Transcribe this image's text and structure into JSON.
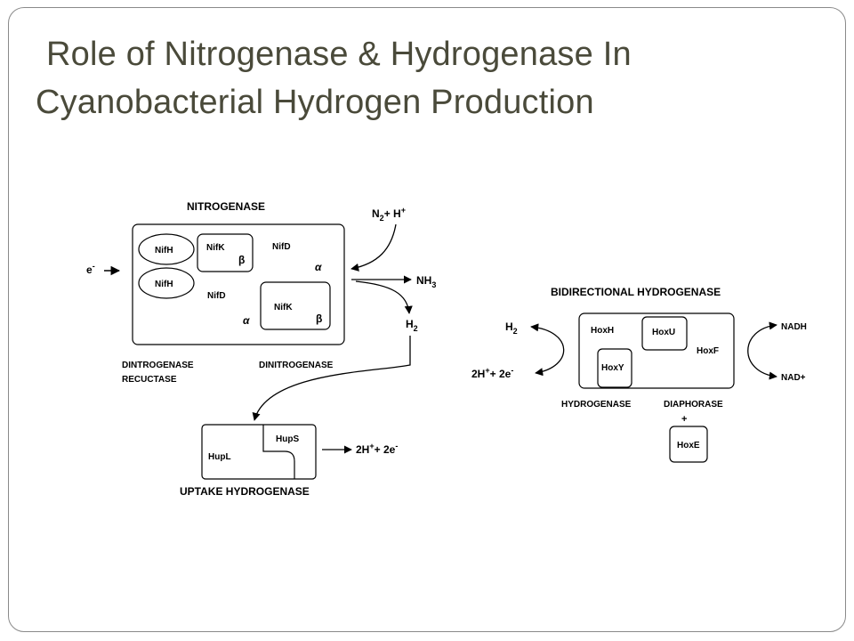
{
  "slide": {
    "title_line1": "Role of Nitrogenase & Hydrogenase In",
    "title_line2": "Cyanobacterial Hydrogen Production"
  },
  "nitrogenase": {
    "heading": "NITROGENASE",
    "electron": "e",
    "electron_sup": "-",
    "nifh_1": "NifH",
    "nifh_2": "NifH",
    "nifk_1": "NifK",
    "nifk_2": "NifK",
    "nifd_1": "NifD",
    "nifd_2": "NifD",
    "beta_1": "β",
    "beta_2": "β",
    "alpha_1": "α",
    "alpha_2": "α",
    "label_reductase_1": "DINTROGENASE",
    "label_reductase_2": "RECUCTASE",
    "label_dinitrogenase": "DINITROGENASE",
    "substrate_n": "N",
    "substrate_n_sub": "2",
    "substrate_plus_h": "+ H",
    "substrate_h_sup": "+",
    "product_nh": "NH",
    "product_nh_sub": "3",
    "product_h": "H",
    "product_h_sub": "2"
  },
  "uptake": {
    "heading": "UPTAKE HYDROGENASE",
    "hupl": "HupL",
    "hups": "HupS",
    "product_2h": "2H",
    "product_2h_sup": "+",
    "product_plus_2e": "+  2e",
    "product_e_sup": "-"
  },
  "bidirectional": {
    "heading": "BIDIRECTIONAL HYDROGENASE",
    "h2_h": "H",
    "h2_sub": "2",
    "left_2h": "2H",
    "left_2h_sup": "+",
    "left_plus_2e": "+  2e",
    "left_e_sup": "-",
    "hoxh": "HoxH",
    "hoxu": "HoxU",
    "hoxf": "HoxF",
    "hoxy": "HoxY",
    "hoxe": "HoxE",
    "nadh": "NADH",
    "nad": "NAD+",
    "label_hydrogenase": "HYDROGENASE",
    "label_diaphorase": "DIAPHORASE",
    "plus": "+"
  }
}
